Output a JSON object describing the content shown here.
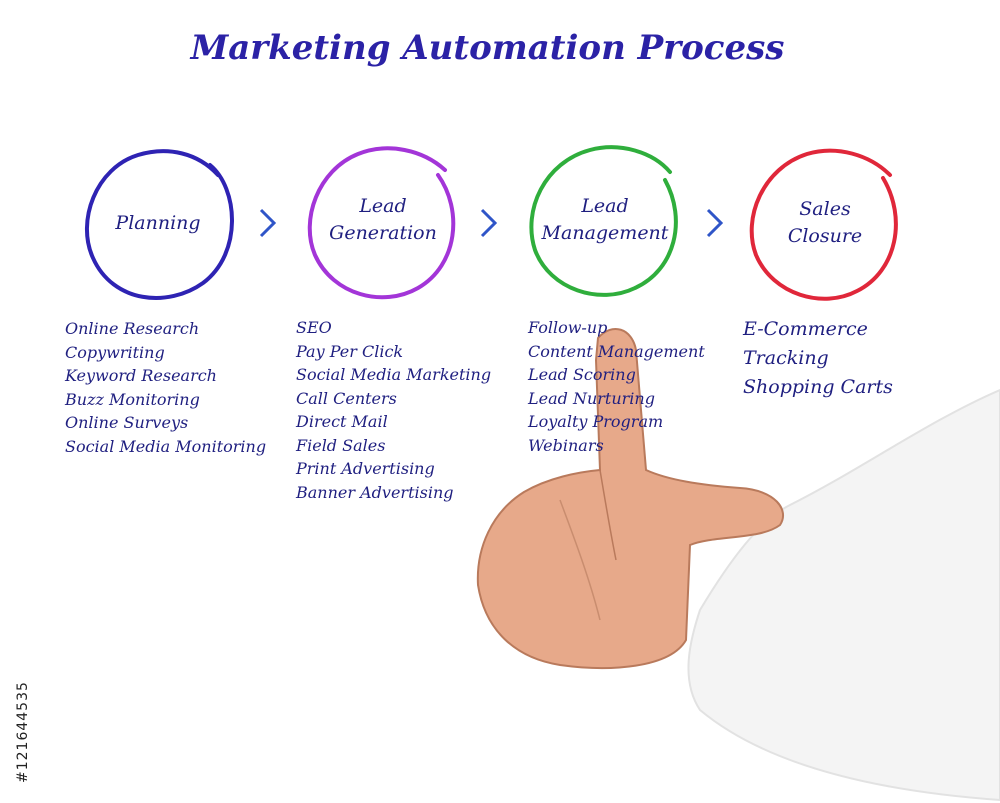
{
  "title": "Marketing Automation Process",
  "stock_id": "#121644535",
  "colors": {
    "title": "#2b22a6",
    "text": "#1f1f80",
    "planning": "#2e23b3",
    "lead_generation": "#a335d8",
    "lead_management": "#2fae3c",
    "sales_closure": "#e0273a",
    "arrow": "#2f55c8"
  },
  "stages": [
    {
      "label": "Planning",
      "color": "#2e23b3",
      "items": [
        "Online Research",
        "Copywriting",
        "Keyword Research",
        "Buzz Monitoring",
        "Online Surveys",
        "Social Media Monitoring"
      ]
    },
    {
      "label": "Lead\nGeneration",
      "color": "#a335d8",
      "items": [
        "SEO",
        "Pay Per Click",
        "Social Media Marketing",
        "Call Centers",
        "Direct Mail",
        "Field Sales",
        "Print Advertising",
        "Banner Advertising"
      ]
    },
    {
      "label": "Lead\nManagement",
      "color": "#2fae3c",
      "items": [
        "Follow-up",
        "Content Management",
        "Lead Scoring",
        "Lead Nurturing",
        "Loyalty Program",
        "Webinars"
      ]
    },
    {
      "label": "Sales\nClosure",
      "color": "#e0273a",
      "items": [
        "E-Commerce",
        "Tracking",
        "Shopping Carts"
      ]
    }
  ]
}
